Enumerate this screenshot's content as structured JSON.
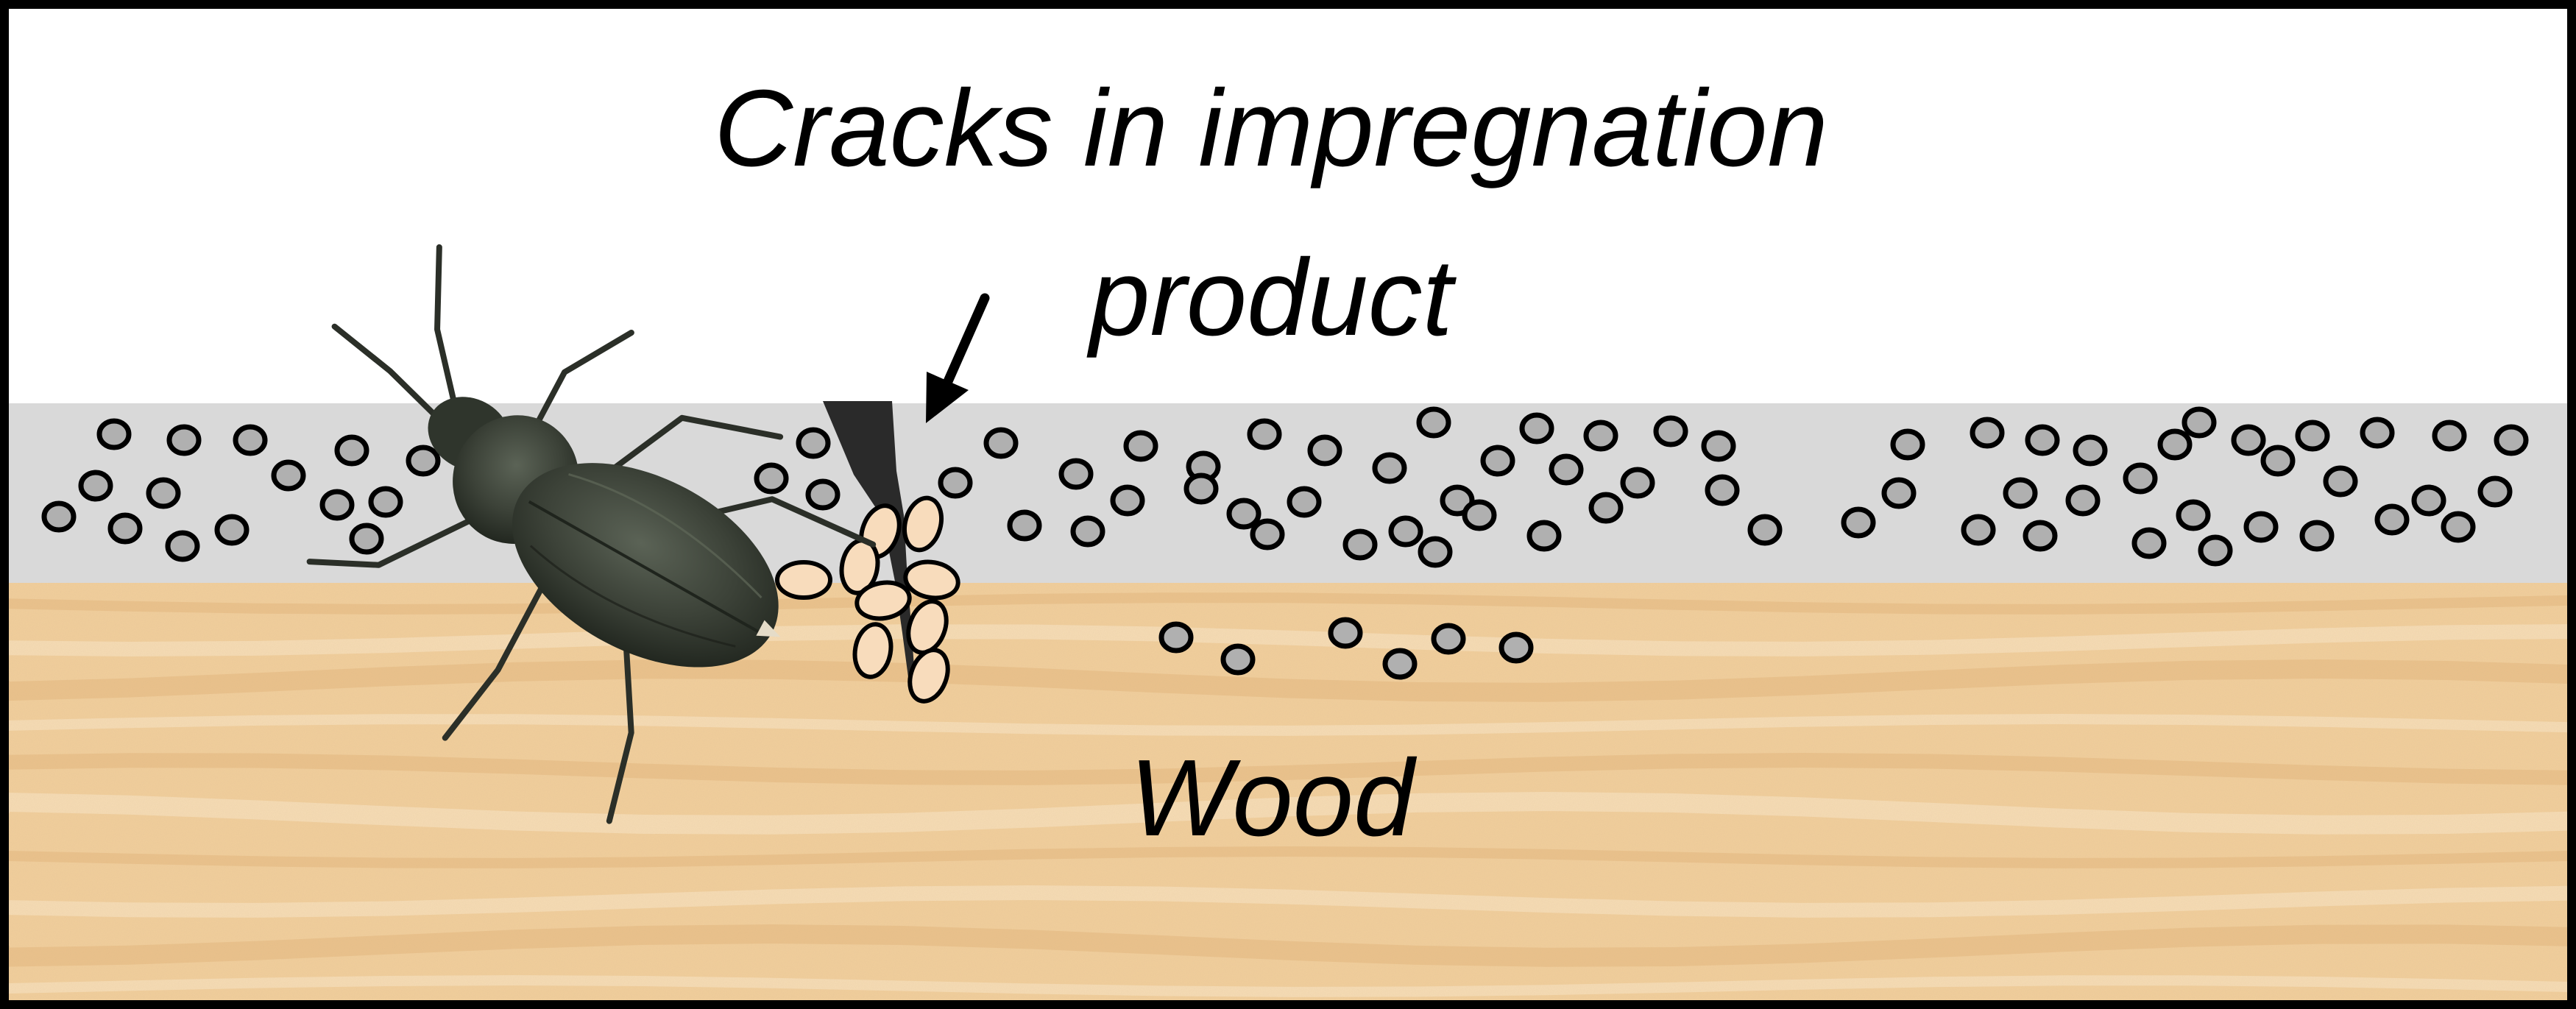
{
  "labels": {
    "cracks_line1": "Cracks in impregnation",
    "cracks_line2": "product",
    "wood": "Wood"
  },
  "colors": {
    "frame": "#000000",
    "background": "#ffffff",
    "impregnation_layer": "#d9d9d9",
    "particle_fill": "#b0b0b0",
    "wood_base": "#f2cf9c",
    "wood_grain_light": "#f8e2bd",
    "wood_grain_dark": "#e8bd86",
    "egg_fill": "#f8dcbc",
    "crack": "#2a2a2a",
    "beetle_body": "#3c4238",
    "beetle_shade": "#222820"
  },
  "icons": {
    "beetle": "beetle-icon",
    "arrow": "arrow-down-left-icon",
    "eggs": "egg-cluster-icon"
  }
}
